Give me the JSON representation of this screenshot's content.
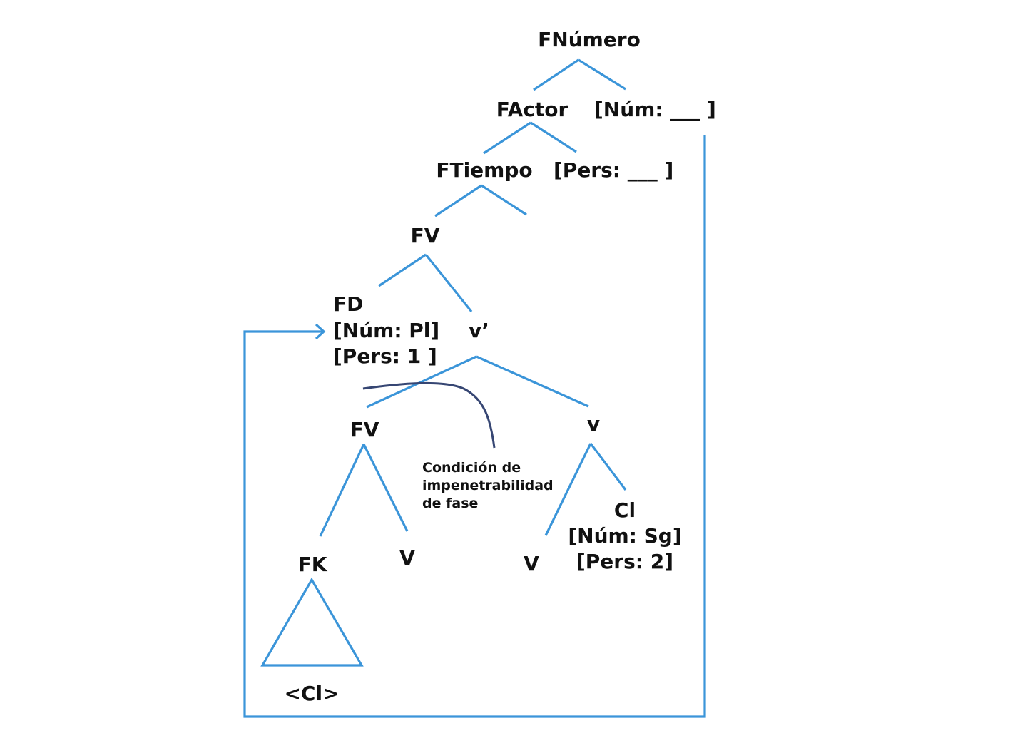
{
  "diagram": {
    "type": "syntax-tree",
    "colors": {
      "edge": "#3b95d9",
      "phase_arc": "#364673",
      "text": "#111111"
    },
    "nodes": {
      "fnumero": "FNúmero",
      "factor": "FActor",
      "num_feature": "[Núm: ___ ]",
      "ftiempo": "FTiempo",
      "pers_feature": "[Pers: ___ ]",
      "fv_top": "FV",
      "fd": "FD",
      "fd_num": "[Núm: Pl]",
      "fd_pers": "[Pers: 1 ]",
      "v_bar": "v’",
      "fv_lower": "FV",
      "v_small": "v",
      "fk": "FK",
      "v_in_fv": "V",
      "v_in_v": "V",
      "cl": "Cl",
      "cl_num": "[Núm: Sg]",
      "cl_pers": "[Pers: 2]",
      "cl_trace": "<Cl>"
    },
    "annotation": {
      "line1": "Condición de",
      "line2": "impenetrabilidad",
      "line3": "de fase"
    },
    "edges": [
      {
        "from": "FNúmero",
        "to": "FActor"
      },
      {
        "from": "FNúmero",
        "to": "[Núm: ___ ]"
      },
      {
        "from": "FActor",
        "to": "FTiempo"
      },
      {
        "from": "FActor",
        "to": "[Pers: ___ ]"
      },
      {
        "from": "FTiempo",
        "to": "FV"
      },
      {
        "from": "FTiempo",
        "to": "(empty)"
      },
      {
        "from": "FV",
        "to": "FD"
      },
      {
        "from": "FV",
        "to": "v’"
      },
      {
        "from": "v’",
        "to": "FV"
      },
      {
        "from": "v’",
        "to": "v"
      },
      {
        "from": "FV",
        "to": "FK"
      },
      {
        "from": "FV",
        "to": "V"
      },
      {
        "from": "v",
        "to": "V"
      },
      {
        "from": "v",
        "to": "Cl"
      }
    ],
    "agreement_arrow": {
      "from": "[Núm: ___ ]",
      "to": "FD"
    }
  }
}
